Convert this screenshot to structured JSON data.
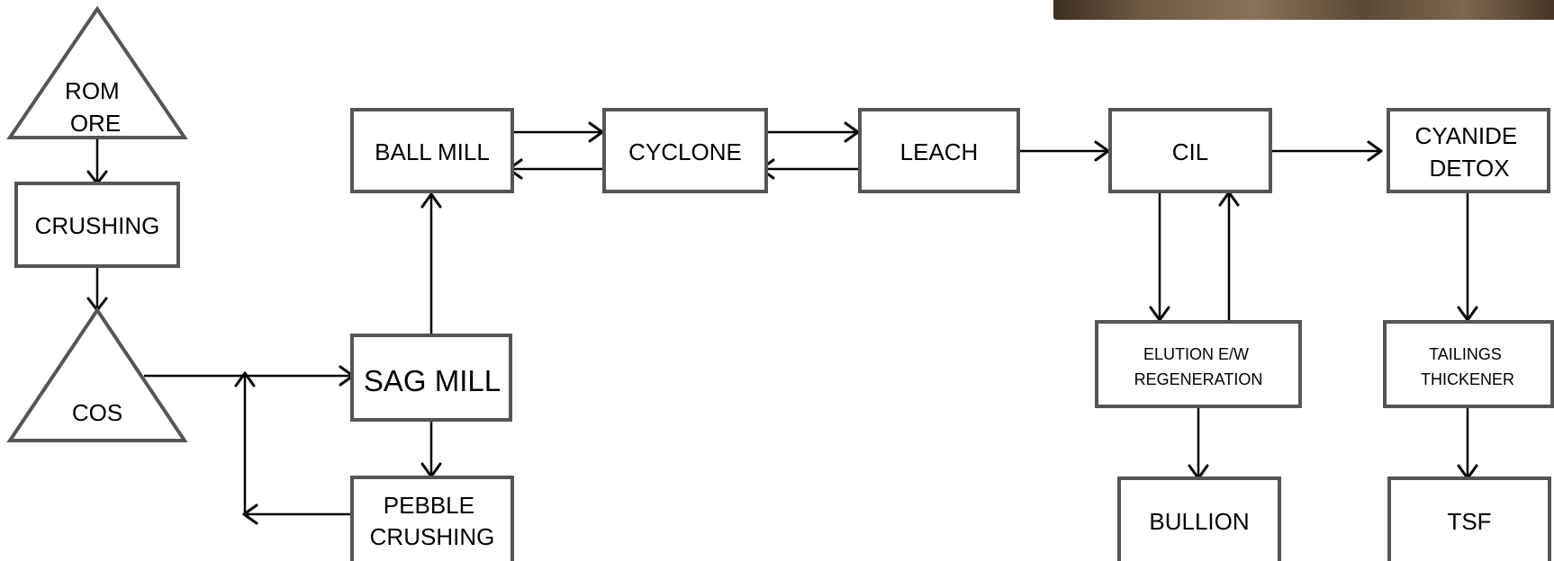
{
  "diagram": {
    "nodes": {
      "rom_ore": [
        "ROM",
        "ORE"
      ],
      "crushing": [
        "CRUSHING"
      ],
      "cos": [
        "COS"
      ],
      "sag_mill": [
        "SAG MILL"
      ],
      "pebble_crushing": [
        "PEBBLE",
        "CRUSHING"
      ],
      "ball_mill": [
        "BALL MILL"
      ],
      "cyclone": [
        "CYCLONE"
      ],
      "leach": [
        "LEACH"
      ],
      "cil": [
        "CIL"
      ],
      "cyanide_detox": [
        "CYANIDE",
        "DETOX"
      ],
      "elution": [
        "ELUTION E/W",
        "REGENERATION"
      ],
      "bullion": [
        "BULLION"
      ],
      "tailings_thickener": [
        "TAILINGS",
        "THICKENER"
      ],
      "tsf": [
        "TSF"
      ]
    }
  }
}
